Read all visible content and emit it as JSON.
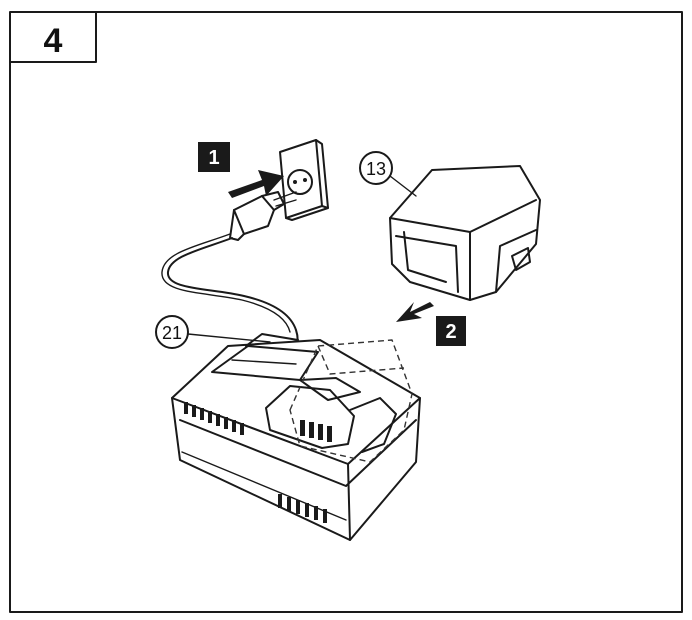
{
  "figure": {
    "tab_number": "4",
    "steps": [
      {
        "label": "1"
      },
      {
        "label": "2"
      }
    ],
    "callouts": [
      {
        "label": "13"
      },
      {
        "label": "21"
      }
    ],
    "colors": {
      "line": "#1a1a1a",
      "badge": "#1a1a1a",
      "background": "#ffffff"
    }
  }
}
